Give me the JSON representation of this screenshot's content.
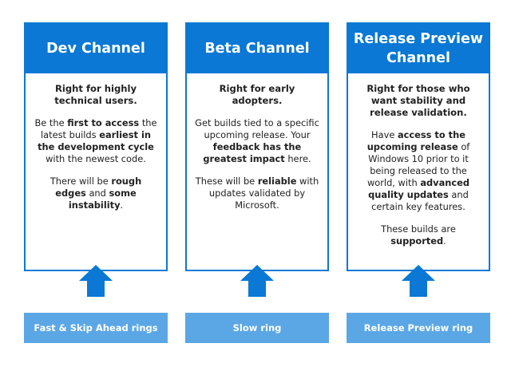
{
  "channels": [
    {
      "title": "Dev Channel",
      "lead": "Right for highly technical users.",
      "p1": [
        {
          "t": "Be the ",
          "b": false
        },
        {
          "t": "first to access",
          "b": true
        },
        {
          "t": " the latest builds ",
          "b": false
        },
        {
          "t": "earliest in the development cycle",
          "b": true
        },
        {
          "t": " with the newest code.",
          "b": false
        }
      ],
      "p2": [
        {
          "t": "There will be ",
          "b": false
        },
        {
          "t": "rough edges",
          "b": true
        },
        {
          "t": " and ",
          "b": false
        },
        {
          "t": "some instability",
          "b": true
        },
        {
          "t": ".",
          "b": false
        }
      ],
      "ring": "Fast & Skip Ahead rings"
    },
    {
      "title": "Beta Channel",
      "lead": "Right for early adopters.",
      "p1": [
        {
          "t": "Get builds tied to a specific upcoming release. Your ",
          "b": false
        },
        {
          "t": "feedback has the greatest impact",
          "b": true
        },
        {
          "t": " here.",
          "b": false
        }
      ],
      "p2": [
        {
          "t": "These will be ",
          "b": false
        },
        {
          "t": "reliable",
          "b": true
        },
        {
          "t": " with updates validated by Microsoft.",
          "b": false
        }
      ],
      "ring": "Slow ring"
    },
    {
      "title": "Release Preview Channel",
      "lead": "Right for those who want stability and release validation.",
      "p1": [
        {
          "t": "Have ",
          "b": false
        },
        {
          "t": "access to the upcoming release",
          "b": true
        },
        {
          "t": " of Windows 10 prior to it being released to the world, with ",
          "b": false
        },
        {
          "t": "advanced quality updates",
          "b": true
        },
        {
          "t": " and certain key features.",
          "b": false
        }
      ],
      "p2": [
        {
          "t": "These builds are ",
          "b": false
        },
        {
          "t": "supported",
          "b": true
        },
        {
          "t": ".",
          "b": false
        }
      ],
      "ring": "Release Preview ring"
    }
  ],
  "colors": {
    "accent": "#0a78d4",
    "ring": "#5ba7e6"
  },
  "icons": {
    "arrow": "arrow-up-icon"
  }
}
